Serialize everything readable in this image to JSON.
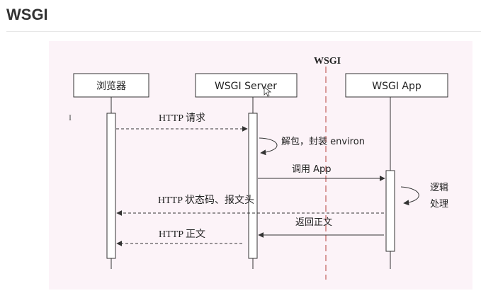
{
  "heading": "WSGI",
  "diagram": {
    "divider_label": "WSGI",
    "actors": {
      "browser": "浏览器",
      "server": "WSGI Server",
      "app": "WSGI App"
    },
    "messages": {
      "http_request": "HTTP 请求",
      "unpack": "解包，封装 environ",
      "call_app": "调用 App",
      "logic_line1": "逻辑",
      "logic_line2": "处理",
      "return_body": "返回正文",
      "status_headers": "HTTP 状态码、报文头",
      "http_body": "HTTP 正文"
    }
  }
}
